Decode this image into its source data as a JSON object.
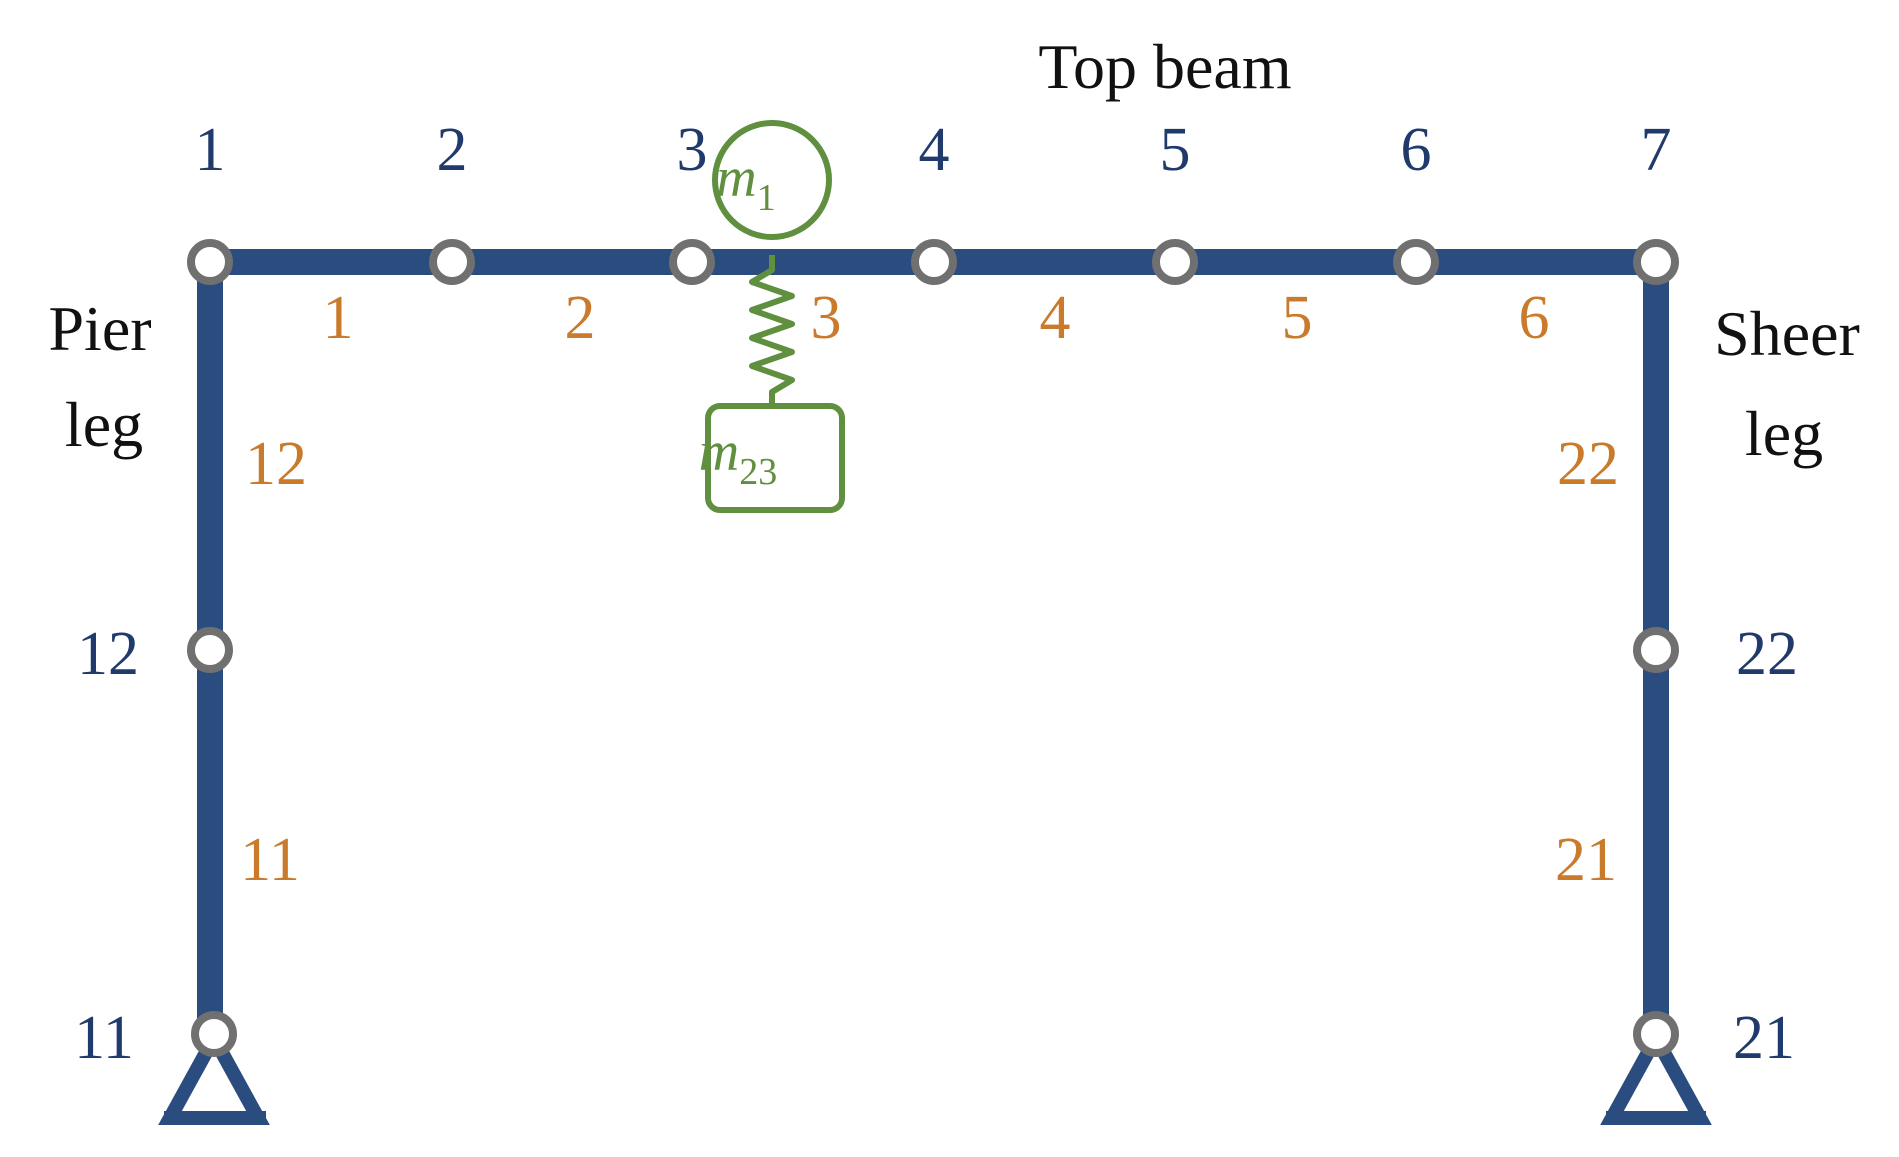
{
  "title": "Top beam",
  "left_leg_label": [
    "Pier",
    "leg"
  ],
  "right_leg_label": [
    "Sheer",
    "leg"
  ],
  "top_nodes": [
    "1",
    "2",
    "3",
    "4",
    "5",
    "6",
    "7"
  ],
  "top_elements": [
    "1",
    "2",
    "3",
    "4",
    "5",
    "6"
  ],
  "left_leg": {
    "nodes": [
      "12",
      "11"
    ],
    "elements": [
      "12",
      "11"
    ]
  },
  "right_leg": {
    "nodes": [
      "22",
      "21"
    ],
    "elements": [
      "22",
      "21"
    ]
  },
  "masses": {
    "upper": {
      "symbol": "m",
      "subscript": "1"
    },
    "lower": {
      "symbol": "m",
      "subscript": "23"
    }
  },
  "colors": {
    "frame": "#2b4c7e",
    "node_label": "#1f3a6b",
    "element_label": "#c97a2b",
    "mass": "#5f8f3f",
    "node_ring": "#707070"
  }
}
